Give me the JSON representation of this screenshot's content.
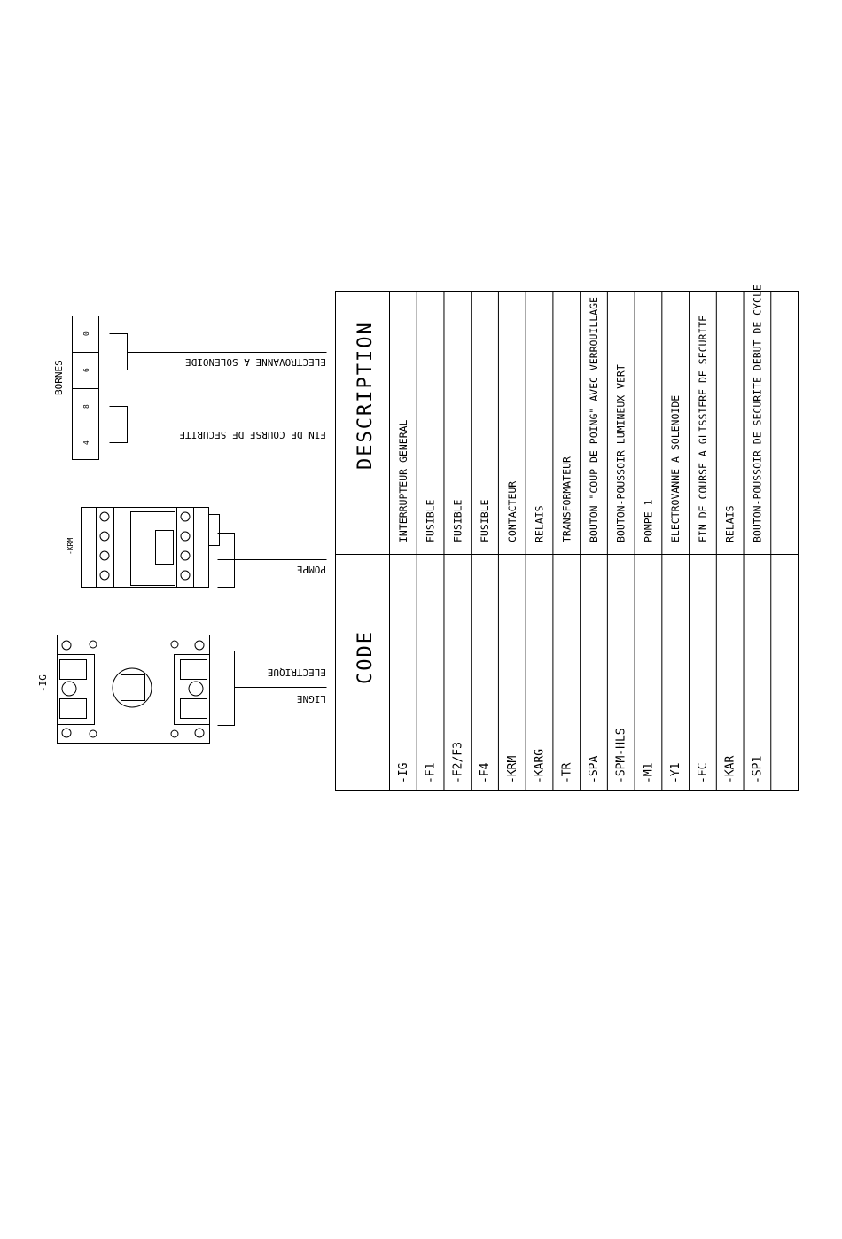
{
  "table": {
    "header_code": "CODE",
    "header_description": "DESCRIPTION",
    "rows": [
      {
        "code": "-IG",
        "description": "INTERRUPTEUR GENERAL"
      },
      {
        "code": "-F1",
        "description": "FUSIBLE"
      },
      {
        "code": "-F2/F3",
        "description": "FUSIBLE"
      },
      {
        "code": "-F4",
        "description": "FUSIBLE"
      },
      {
        "code": "-KRM",
        "description": "CONTACTEUR"
      },
      {
        "code": "-KARG",
        "description": "RELAIS"
      },
      {
        "code": "-TR",
        "description": "TRANSFORMATEUR"
      },
      {
        "code": "-SPA",
        "description": "BOUTON \"COUP DE POING\" AVEC VERROUILLAGE"
      },
      {
        "code": "-SPM-HLS",
        "description": "BOUTON-POUSSOIR LUMINEUX VERT"
      },
      {
        "code": "-M1",
        "description": "POMPE 1"
      },
      {
        "code": "-Y1",
        "description": "ELECTROVANNE A SOLENOIDE"
      },
      {
        "code": "-FC",
        "description": "FIN DE COURSE A GLISSIERE DE SECURITE"
      },
      {
        "code": "-KAR",
        "description": "RELAIS"
      },
      {
        "code": "-SP1",
        "description": "BOUTON-POUSSOIR DE SECURITE DEBUT DE CYCLE"
      },
      {
        "code": "",
        "description": ""
      }
    ]
  },
  "bornes": {
    "title": "BORNES",
    "terminals": [
      "4",
      "8",
      "6",
      "0"
    ],
    "label_fin_de_course": "FIN DE COURSE DE SECURITE",
    "label_electrovanne": "ELECTROVANNE A SOLENOIDE"
  },
  "contactor": {
    "tag": "-KRM",
    "label": "POMPE"
  },
  "main_switch": {
    "tag": "-IG",
    "label_line": "LIGNE",
    "label_electrical": "ELECTRIQUE"
  }
}
